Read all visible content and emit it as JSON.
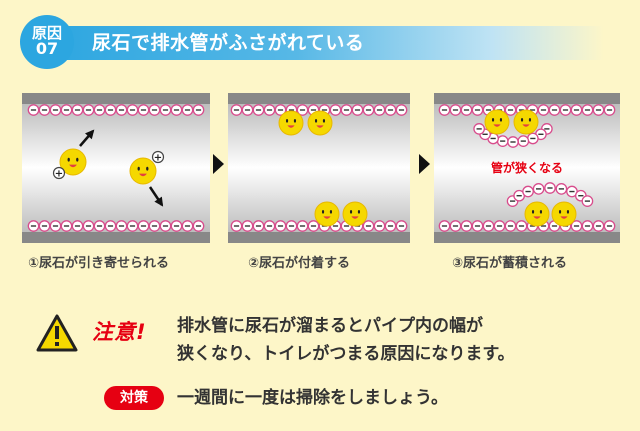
{
  "header": {
    "badge_line1": "原因",
    "badge_line2": "07",
    "title": "尿石で排水管がふさがれている"
  },
  "panels": [
    {
      "caption": "①尿石が引き寄せられる",
      "label": ""
    },
    {
      "caption": "②尿石が付着する",
      "label": ""
    },
    {
      "caption": "③尿石が蓄積される",
      "label": "管が狭くなる"
    }
  ],
  "symbols": {
    "plus": "+",
    "minus": "−"
  },
  "warning": {
    "title": "注意!",
    "line1": "排水管に尿石が溜まるとパイプ内の幅が",
    "line2": "狭くなり、トイレがつまる原因になります。"
  },
  "measure": {
    "badge": "対策",
    "text": "一週間に一度は掃除をしましょう。"
  },
  "colors": {
    "accent_blue": "#2ca6e0",
    "warning_red": "#e60012",
    "background": "#fdf6c8",
    "pipe_wall": "#888888",
    "ion_border": "#d84c8c",
    "urolith_yellow": "#f5d800"
  }
}
